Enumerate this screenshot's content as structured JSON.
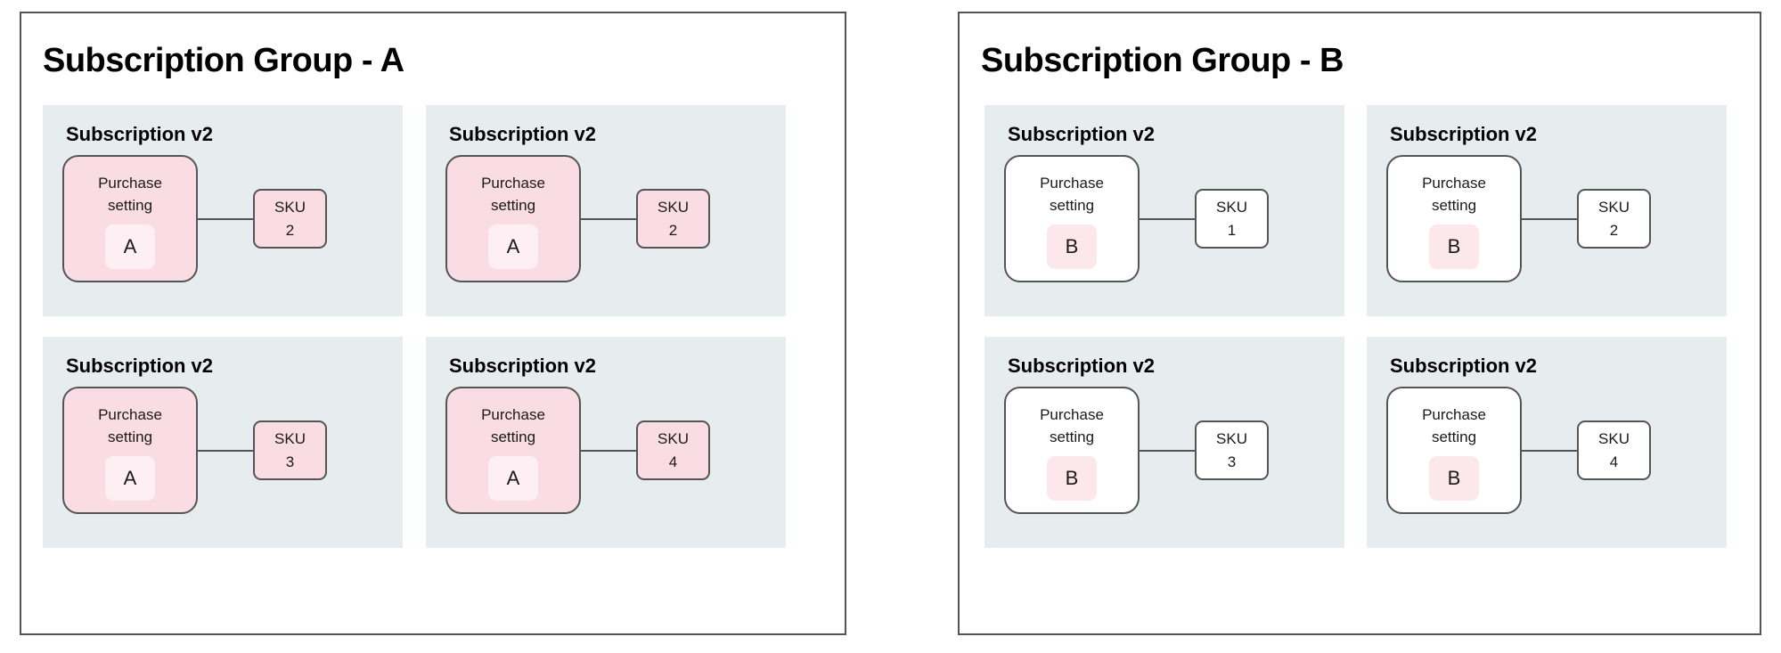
{
  "diagram": {
    "title_text_a": "Subscription Group - A",
    "title_text_b": "Subscription Group - B",
    "colors": {
      "outer_border": "#545454",
      "sub_panel_bg": "#e7ecef",
      "card_pink": "#fadce4",
      "card_white": "#ffffff",
      "badge_pink_light": "#fdeff3",
      "badge_pink_faint": "#fbe7ec",
      "node_border": "#555555",
      "connector": "#555555",
      "text": "#1a1a1a"
    }
  },
  "groups": [
    {
      "id": "group-a",
      "title": "Subscription Group - A",
      "card_style": "pink",
      "badge_style": "badge-pinklight",
      "sku_style": "pink",
      "subscriptions": [
        {
          "panel_title": "Subscription v2",
          "purchase_setting_label": "Purchase\nsetting",
          "badge_value": "A",
          "sku_label": "SKU",
          "sku_number": "2"
        },
        {
          "panel_title": "Subscription v2",
          "purchase_setting_label": "Purchase\nsetting",
          "badge_value": "A",
          "sku_label": "SKU",
          "sku_number": "2"
        },
        {
          "panel_title": "Subscription v2",
          "purchase_setting_label": "Purchase\nsetting",
          "badge_value": "A",
          "sku_label": "SKU",
          "sku_number": "3"
        },
        {
          "panel_title": "Subscription v2",
          "purchase_setting_label": "Purchase\nsetting",
          "badge_value": "A",
          "sku_label": "SKU",
          "sku_number": "4"
        }
      ]
    },
    {
      "id": "group-b",
      "title": "Subscription Group - B",
      "card_style": "white",
      "badge_style": "badge-pinkfaint",
      "sku_style": "white",
      "subscriptions": [
        {
          "panel_title": "Subscription v2",
          "purchase_setting_label": "Purchase\nsetting",
          "badge_value": "B",
          "sku_label": "SKU",
          "sku_number": "1"
        },
        {
          "panel_title": "Subscription v2",
          "purchase_setting_label": "Purchase\nsetting",
          "badge_value": "B",
          "sku_label": "SKU",
          "sku_number": "2"
        },
        {
          "panel_title": "Subscription v2",
          "purchase_setting_label": "Purchase\nsetting",
          "badge_value": "B",
          "sku_label": "SKU",
          "sku_number": "3"
        },
        {
          "panel_title": "Subscription v2",
          "purchase_setting_label": "Purchase\nsetting",
          "badge_value": "B",
          "sku_label": "SKU",
          "sku_number": "4"
        }
      ]
    }
  ]
}
